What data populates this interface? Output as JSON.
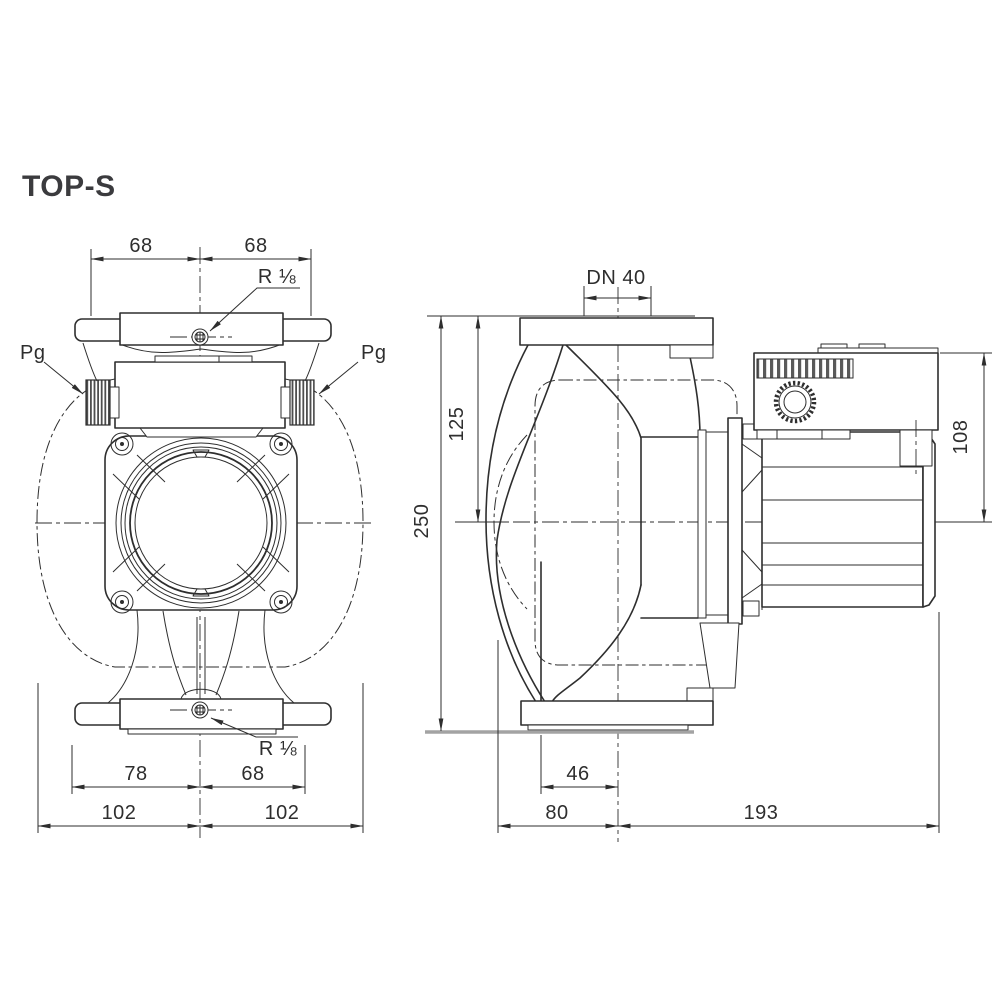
{
  "title": "TOP-S",
  "views": {
    "front": {
      "dim_top_left": "68",
      "dim_top_right": "68",
      "label_thread_top": "R ⅛",
      "label_thread_bottom": "R ⅛",
      "label_gland_left": "Pg",
      "label_gland_right": "Pg",
      "dim_bottom_left": "78",
      "dim_bottom_right": "68",
      "dim_base_left": "102",
      "dim_base_right": "102"
    },
    "side": {
      "dim_port": "DN 40",
      "dim_height_total": "250",
      "dim_height_upper": "125",
      "dim_box_height": "108",
      "dim_axis_offset": "46",
      "dim_front_depth": "80",
      "dim_rear_depth": "193"
    }
  },
  "colors": {
    "line": "#2e2e2e",
    "ground": "#a3a3a3",
    "title": "#3b3b3e",
    "background": "#ffffff"
  }
}
